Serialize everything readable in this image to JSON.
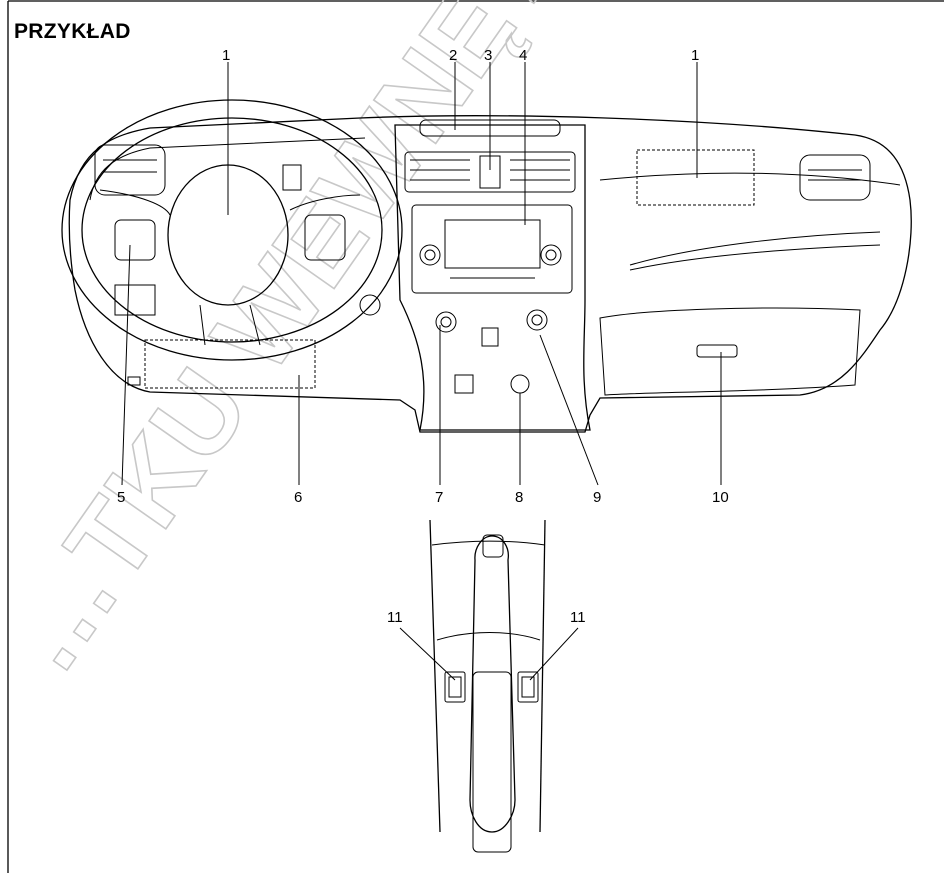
{
  "title": "PRZYKŁAD",
  "watermark": "…TKU WEWNĘTRZNEGO",
  "callouts": [
    {
      "id": "c1a",
      "text": "1"
    },
    {
      "id": "c2",
      "text": "2"
    },
    {
      "id": "c3",
      "text": "3"
    },
    {
      "id": "c4",
      "text": "4"
    },
    {
      "id": "c1b",
      "text": "1"
    },
    {
      "id": "c5",
      "text": "5"
    },
    {
      "id": "c6",
      "text": "6"
    },
    {
      "id": "c7",
      "text": "7"
    },
    {
      "id": "c8",
      "text": "8"
    },
    {
      "id": "c9",
      "text": "9"
    },
    {
      "id": "c10",
      "text": "10"
    },
    {
      "id": "c11a",
      "text": "11"
    },
    {
      "id": "c11b",
      "text": "11"
    }
  ]
}
